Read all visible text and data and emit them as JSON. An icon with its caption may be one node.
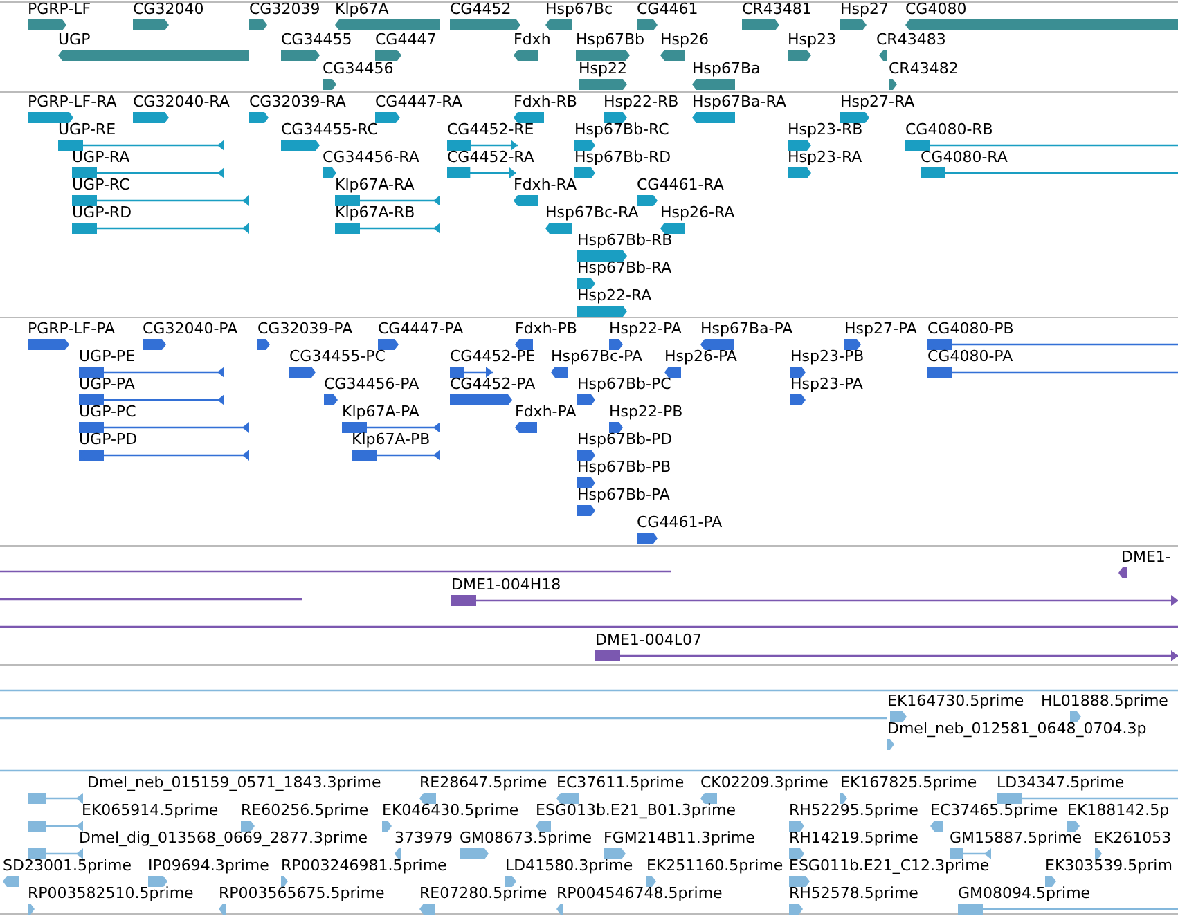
{
  "diagram": {
    "labels": [
      "PGRP-LF",
      "CG32040",
      "CG32039",
      "Klp67A",
      "CG4452",
      "Hsp67Bc",
      "CG4461",
      "CR43481",
      "Hsp27",
      "CG4080",
      "UGP",
      "CG34455",
      "CG4447",
      "Fdxh",
      "Hsp67Bb",
      "Hsp26",
      "Hsp23",
      "CR43483",
      "CG34456",
      "Hsp22",
      "Hsp67Ba",
      "CR43482",
      "PGRP-LF-RA",
      "CG32040-RA",
      "CG32039-RA",
      "CG4447-RA",
      "Fdxh-RB",
      "Hsp22-RB",
      "Hsp67Ba-RA",
      "Hsp27-RA",
      "UGP-RE",
      "CG34455-RC",
      "CG4452-RE",
      "Hsp67Bb-RC",
      "Hsp23-RB",
      "CG4080-RB",
      "UGP-RA",
      "CG34456-RA",
      "CG4452-RA",
      "Hsp67Bb-RD",
      "Hsp23-RA",
      "CG4080-RA",
      "UGP-RC",
      "Klp67A-RA",
      "Fdxh-RA",
      "CG4461-RA",
      "UGP-RD",
      "Klp67A-RB",
      "Hsp67Bc-RA",
      "Hsp26-RA",
      "Hsp67Bb-RB",
      "Hsp67Bb-RA",
      "Hsp22-RA",
      "PGRP-LF-PA",
      "CG32040-PA",
      "CG32039-PA",
      "CG4447-PA",
      "Fdxh-PB",
      "Hsp22-PA",
      "Hsp67Ba-PA",
      "Hsp27-PA",
      "CG4080-PB",
      "UGP-PE",
      "CG34455-PC",
      "CG4452-PE",
      "Hsp67Bc-PA",
      "Hsp26-PA",
      "Hsp23-PB",
      "CG4080-PA",
      "UGP-PA",
      "CG34456-PA",
      "CG4452-PA",
      "Hsp67Bb-PC",
      "Hsp23-PA",
      "UGP-PC",
      "Klp67A-PA",
      "Fdxh-PA",
      "Hsp22-PB",
      "UGP-PD",
      "Klp67A-PB",
      "Hsp67Bb-PD",
      "Hsp67Bb-PB",
      "Hsp67Bb-PA",
      "CG4461-PA",
      "DME1-",
      "DME1-004H18",
      "DME1-004L07",
      "EK164730.5prime",
      "HL01888.5prime",
      "Dmel_neb_012581_0648_0704.3p",
      "Dmel_neb_015159_0571_1843.3prime",
      "RE28647.5prime",
      "EC37611.5prime",
      "CK02209.3prime",
      "EK167825.5prime",
      "LD34347.5prime",
      "EK065914.5prime",
      "RE60256.5prime",
      "EK046430.5prime",
      "ESG013b.E21_B01.3prime",
      "RH52295.5prime",
      "EC37465.5prime",
      "EK188142.5p",
      "Dmel_dig_013568_0669_2877.3prime",
      "373979",
      "GM08673.5prime",
      "FGM214B11.3prime",
      "RH14219.5prime",
      "GM15887.5prime",
      "EK261053",
      "SD23001.5prime",
      "IP09694.3prime",
      "RP003246981.5prime",
      "LD41580.3prime",
      "EK251160.5prime",
      "ESG011b.E21_C12.3prime",
      "EK303539.5prim",
      "RP003582510.5prime",
      "RP003565675.5prime",
      "RE07280.5prime",
      "RP004546748.5prime",
      "RH52578.5prime",
      "GM08094.5prime"
    ]
  }
}
